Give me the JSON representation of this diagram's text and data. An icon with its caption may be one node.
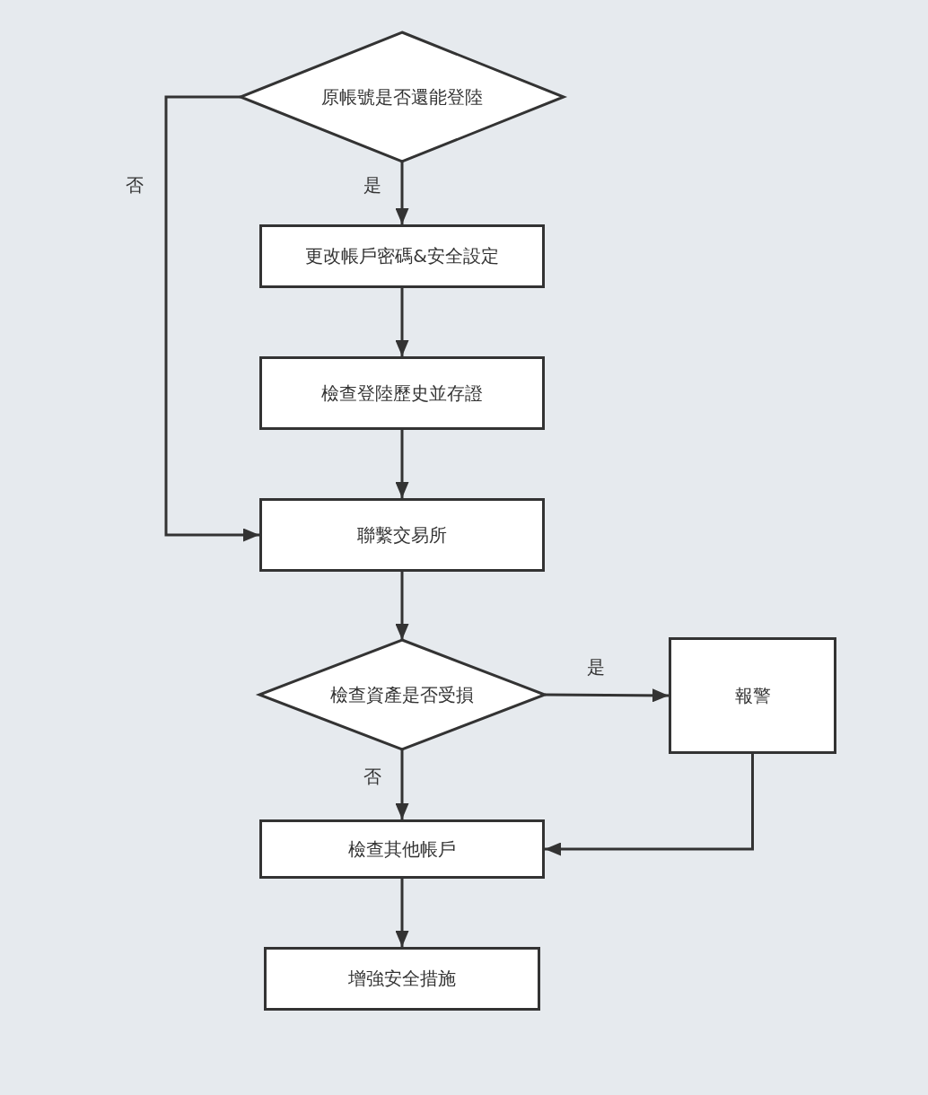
{
  "diagram": {
    "nodes": [
      {
        "text": [
          "原帳號是否還能登陸"
        ]
      },
      {
        "text": [
          "更改帳戶密碼&安全設定"
        ]
      },
      {
        "text": [
          "檢查登陸歷史並存證"
        ]
      },
      {
        "text": [
          "聯繫交易所"
        ]
      },
      {
        "text": [
          "檢查資產是否受損"
        ]
      },
      {
        "text": [
          "報警"
        ]
      },
      {
        "text": [
          "檢查其他帳戶"
        ]
      },
      {
        "text": [
          "增強安全措施"
        ]
      }
    ],
    "edges": [
      {
        "from": 0,
        "to": 1,
        "arrow": "to",
        "label": "是"
      },
      {
        "from": 0,
        "to": 3,
        "arrow": "to",
        "label": "否"
      },
      {
        "from": 1,
        "to": 2,
        "arrow": "to"
      },
      {
        "from": 2,
        "to": 3,
        "arrow": "to"
      },
      {
        "from": 3,
        "to": 4,
        "arrow": "to"
      },
      {
        "from": 4,
        "to": 5,
        "arrow": "to",
        "label": "是"
      },
      {
        "from": 4,
        "to": 6,
        "arrow": "to",
        "label": "否"
      },
      {
        "from": 5,
        "to": 6,
        "arrow": "to"
      },
      {
        "from": 6,
        "to": 7,
        "arrow": "to"
      }
    ]
  }
}
